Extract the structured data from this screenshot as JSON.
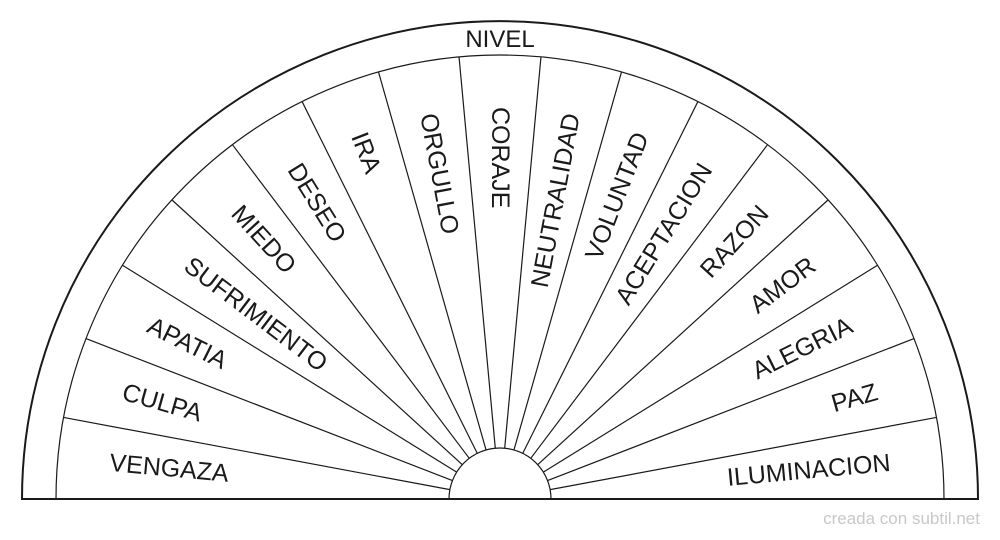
{
  "diagram": {
    "title": "NIVEL",
    "sectors": [
      "VENGAZA",
      "CULPA",
      "APATIA",
      "SUFRIMIENTO",
      "MIEDO",
      "DESEO",
      "IRA",
      "ORGULLO",
      "CORAJE",
      "NEUTRALIDAD",
      "VOLUNTAD",
      "ACEPTACION",
      "RAZON",
      "AMOR",
      "ALEGRIA",
      "PAZ",
      "ILUMINACION"
    ]
  },
  "credit": "creada con subtil.net",
  "colors": {
    "line": "#1a1a1a",
    "background": "#ffffff",
    "credit_text": "#c8c8c8"
  }
}
